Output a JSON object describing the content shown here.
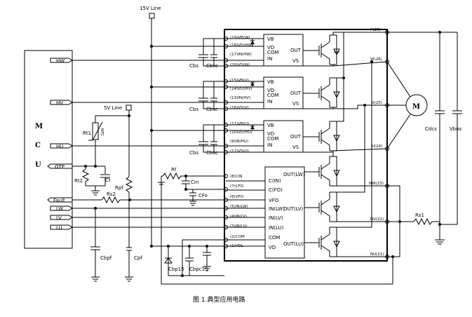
{
  "diagram": {
    "caption": "图 1.典型应用电路",
    "supply_15v": "15V Line",
    "supply_5v": "5V Line",
    "mcu_letters": [
      "M",
      "C",
      "U"
    ],
    "mcu_signals": [
      "HW",
      "HV",
      "HU",
      "OTP",
      "Fault",
      "LW",
      "LV",
      "LU"
    ],
    "hv_drivers": [
      {
        "pins": [
          "(19)VB(W)",
          "(18)VD(HW)",
          "(17)IN(HW)",
          "(20)VS(W)"
        ],
        "cap_left": "Cbs",
        "cap_right": "Cbsc"
      },
      {
        "pins": [
          "(15)VB(V)",
          "(14)VD(HV)",
          "(13)IN(HV)",
          "(16)VS(V)"
        ],
        "cap_left": "Cbs",
        "cap_right": "Cbsc"
      },
      {
        "pins": [
          "(11)VB(U)",
          "(10)VD(HU)",
          "(9)IN(HU)",
          "(12)VS(U)"
        ],
        "cap_left": "Cbs",
        "cap_right": "Cbsc"
      }
    ],
    "driver_labels": {
      "vb": "VB",
      "vd": "VD",
      "com": "COM",
      "in": "IN",
      "out": "OUT",
      "vs": "VS"
    },
    "lv_pins": [
      "(8)CIN",
      "(7)CFO",
      "(6)VFO",
      "(5)IN(LW)",
      "(4)IN(LV)",
      "(3)IN(LU)",
      "(2)COM",
      "(1)VDL"
    ],
    "lv_labels": {
      "cin": "C(IN)",
      "cfo": "C(FO)",
      "vfo": "VFO",
      "inlw": "IN(LW)",
      "inlv": "IN(LV)",
      "inlu": "IN(LU)",
      "com": "COM",
      "vd": "VD",
      "outlw": "OUT(LW)",
      "outlv": "OUT(LV)",
      "outlu": "OUT(LU)"
    },
    "power_pins": [
      "P(27)",
      "W(26)",
      "V(25)",
      "U(24)",
      "NW(23)",
      "NV(22)",
      "NU(21)"
    ],
    "components": {
      "rt1": "Rt1",
      "ntc": "NTC",
      "rt2": "Rt2",
      "ct": "Ct",
      "rpf": "Rpf",
      "rf": "Rf",
      "cin": "Cin",
      "cfo": "CFo",
      "rs2": "Rs2",
      "rs1": "Rs1",
      "cbpf": "Cbpf",
      "cpf": "Cpf",
      "cbp15": "Cbp15",
      "cbpc15": "Cbpc15",
      "cdcs": "Cdcs",
      "vbus": "Vbus",
      "motor": "M"
    }
  }
}
